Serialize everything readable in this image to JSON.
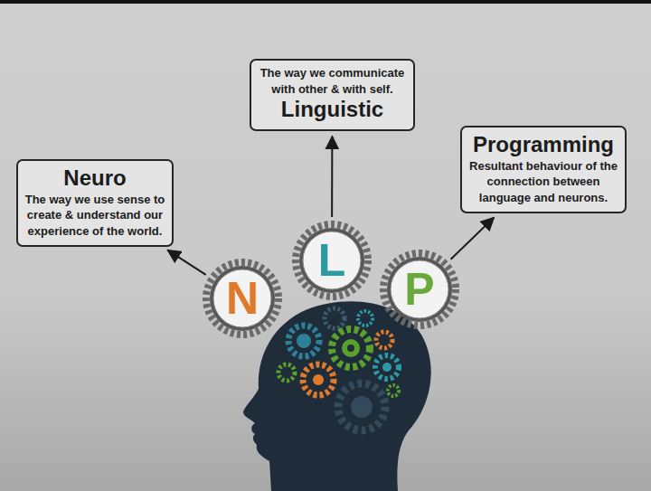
{
  "diagram": {
    "nodes": [
      {
        "text": [
          "Neuro",
          "The way we use sense to create & understand our experience of the world."
        ]
      },
      {
        "text": [
          "The way we communicate with other & with self.",
          "Linguistic"
        ]
      },
      {
        "text": [
          "Programming",
          "Resultant behaviour of the connection between language and neurons."
        ]
      },
      {
        "text": [
          "N"
        ]
      },
      {
        "text": [
          "L"
        ]
      },
      {
        "text": [
          "P"
        ]
      }
    ],
    "edges": [
      {
        "from": 3,
        "to": 0,
        "arrow": "to"
      },
      {
        "from": 4,
        "to": 1,
        "arrow": "to"
      },
      {
        "from": 5,
        "to": 2,
        "arrow": "to"
      }
    ]
  }
}
